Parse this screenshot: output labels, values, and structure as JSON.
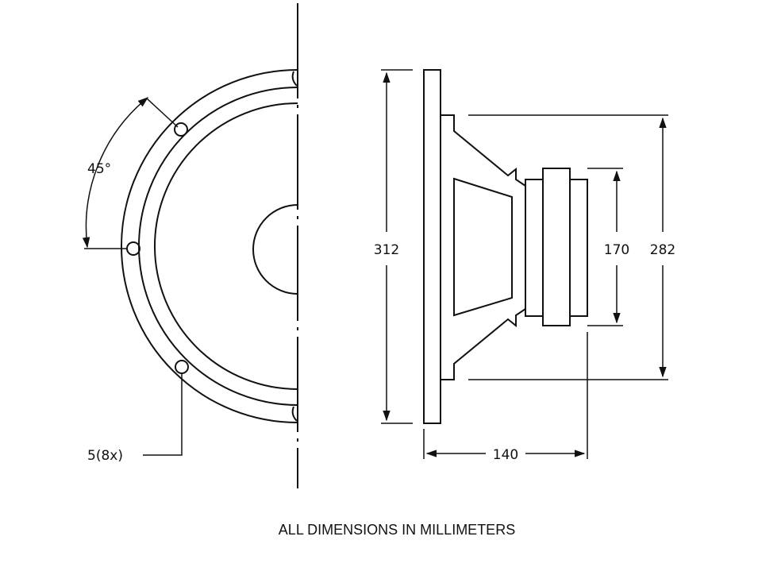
{
  "drawing": {
    "angle_label": "45°",
    "hole_label": "5(8x)",
    "height_overall": "312",
    "depth_overall": "140",
    "magnet_diameter": "170",
    "frame_diameter": "282",
    "footer": "ALL DIMENSIONS IN MILLIMETERS"
  },
  "colors": {
    "line": "#111111",
    "background": "#ffffff"
  }
}
